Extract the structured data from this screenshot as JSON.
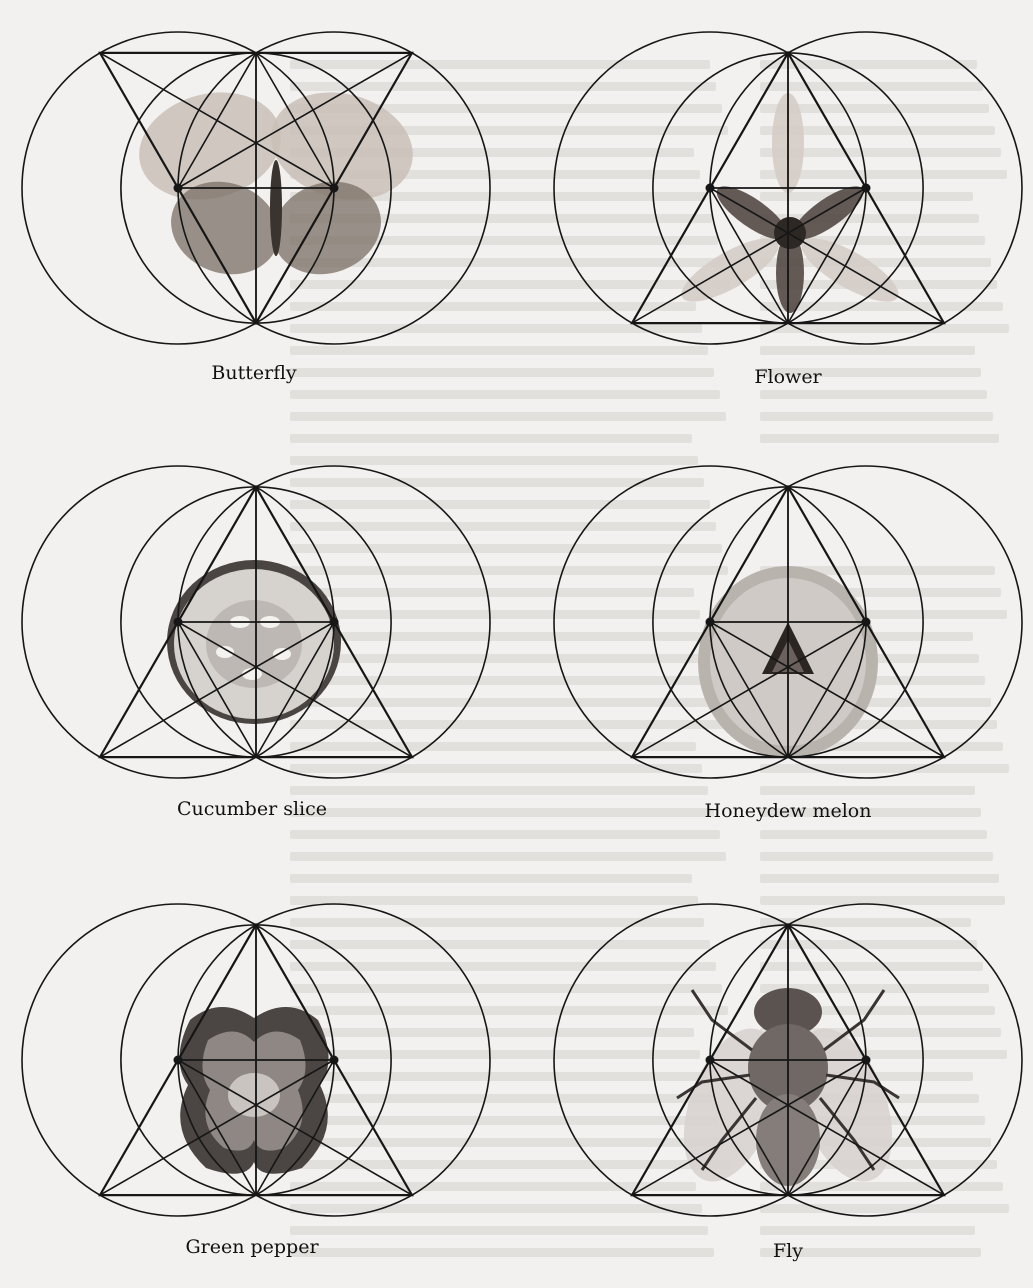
{
  "figures": [
    {
      "id": "butterfly",
      "caption": "Butterfly",
      "subject": "butterfly",
      "orientation": "down"
    },
    {
      "id": "flower",
      "caption": "Flower",
      "subject": "flower",
      "orientation": "up"
    },
    {
      "id": "cucumber",
      "caption": "Cucumber slice",
      "subject": "cucumber-slice",
      "orientation": "up"
    },
    {
      "id": "honeydew",
      "caption": "Honeydew melon",
      "subject": "honeydew-melon",
      "orientation": "up"
    },
    {
      "id": "pepper",
      "caption": "Green pepper",
      "subject": "green-pepper-slice",
      "orientation": "up"
    },
    {
      "id": "fly",
      "caption": "Fly",
      "subject": "fly",
      "orientation": "up"
    }
  ],
  "colors": {
    "ink": "#161616",
    "paper": "#f2f1ef",
    "faded_text": "#dcdad6"
  }
}
